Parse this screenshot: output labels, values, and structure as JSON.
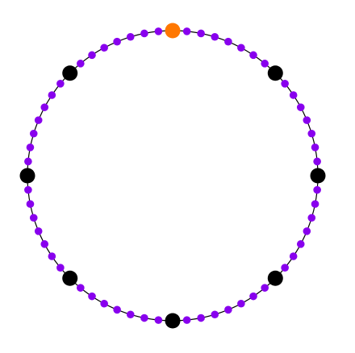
{
  "diagram": {
    "type": "circle-of-points",
    "small_points_per_segment": 7,
    "major_point_count": 8,
    "highlight_major_index": 0,
    "colors": {
      "ring": "#000000",
      "background": "#ffffff",
      "small_point": "#8800ee",
      "major_point": "#000000",
      "highlight_point": "#ff7700"
    }
  }
}
